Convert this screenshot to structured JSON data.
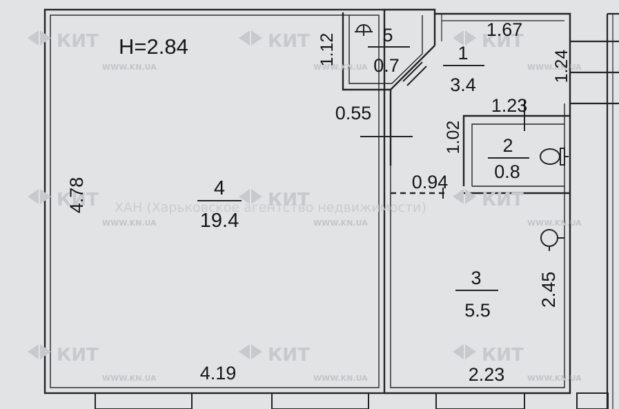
{
  "plan": {
    "ceiling_height": "H=2.84",
    "rooms": [
      {
        "id": "room-4",
        "number": "4",
        "area": "19.4"
      },
      {
        "id": "room-5",
        "number": "5",
        "area": "0.7"
      },
      {
        "id": "room-1",
        "number": "1",
        "area": "3.4"
      },
      {
        "id": "room-2",
        "number": "2",
        "area": "0.8"
      },
      {
        "id": "room-3",
        "number": "3",
        "area": "5.5"
      }
    ],
    "dimensions": {
      "room4_height": "4.78",
      "room4_width": "4.19",
      "room5_side": "1.12",
      "door_width": "0.55",
      "hall_width": "1.67",
      "hall_depth": "1.24",
      "wc_width": "1.23",
      "wc_depth": "1.02",
      "opening": "0.94",
      "kitchen_depth": "2.45",
      "kitchen_width": "2.23"
    },
    "fixtures": {
      "sink": "sink-icon",
      "toilet": "toilet-icon",
      "stove": "stove-icon"
    }
  },
  "watermark": {
    "brand": "КИТ",
    "url": "WWW.KN.UA",
    "agency": "ХАН (Харьковское агентство недвижимости)"
  },
  "colors": {
    "background": "#e2e3e5",
    "wall": "#222222",
    "watermark": "#c8c9cc"
  }
}
